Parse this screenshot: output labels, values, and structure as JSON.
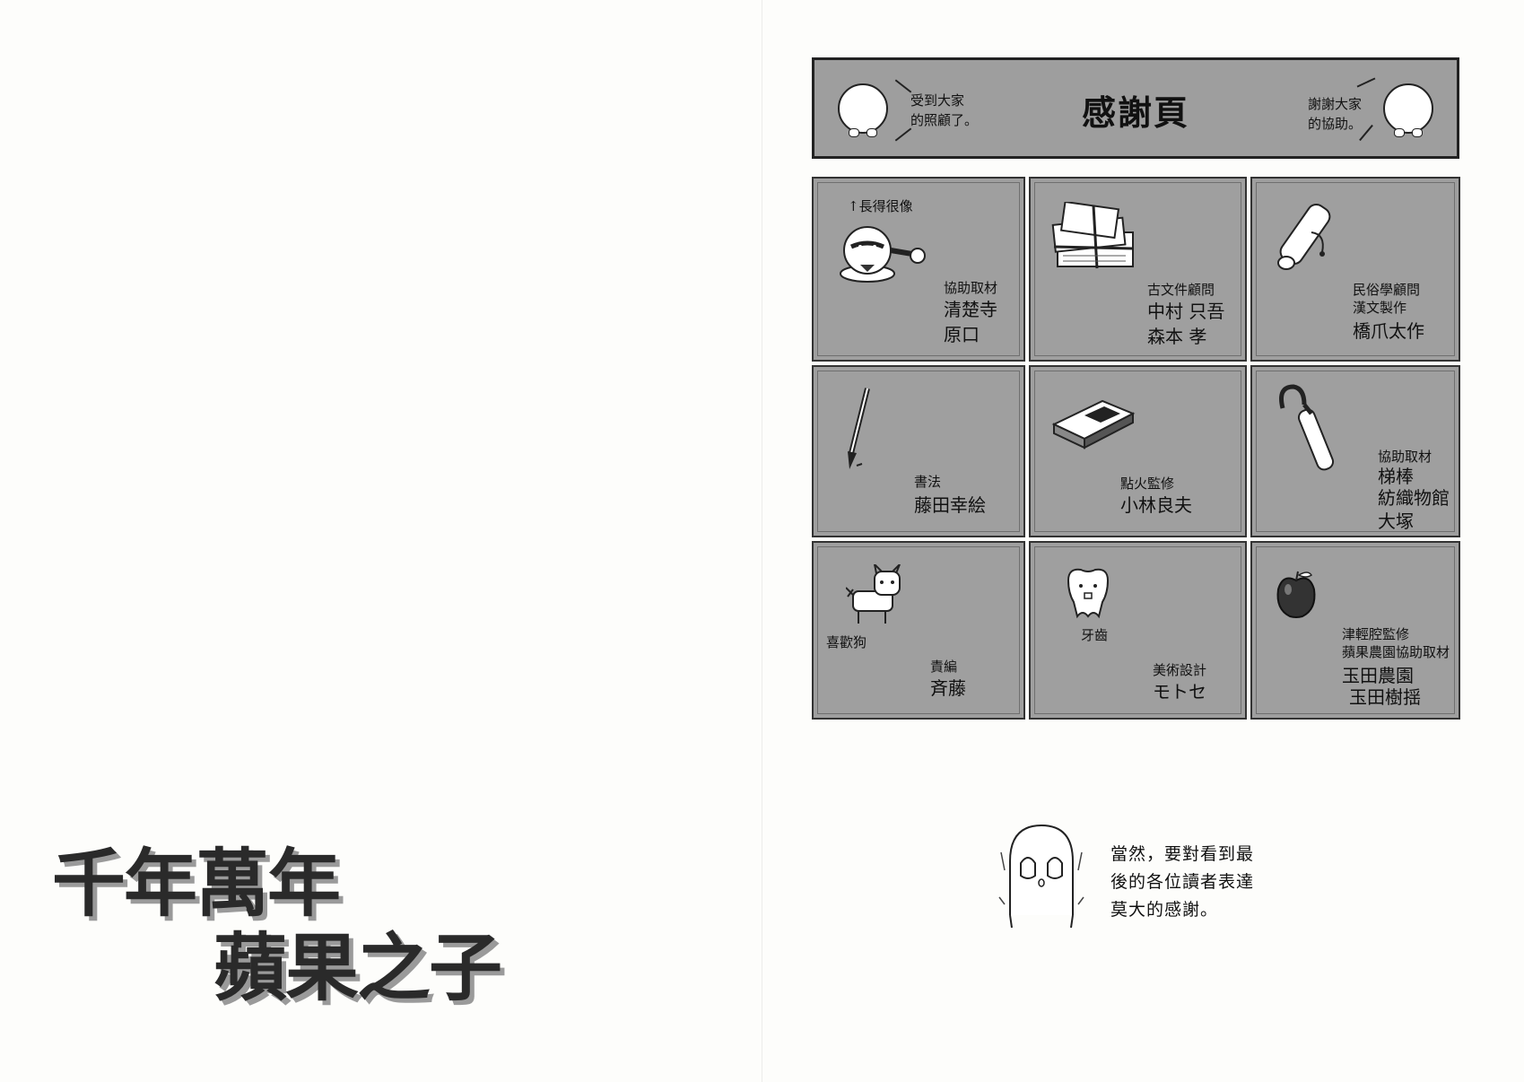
{
  "book_title": {
    "line1": "千年萬年",
    "line2": "蘋果之子"
  },
  "header": {
    "title": "感謝頁",
    "left_speech": [
      "受到大家",
      "的照顧了。"
    ],
    "right_speech": [
      "謝謝大家",
      "的協助。"
    ]
  },
  "credits": [
    {
      "roles": [
        "協助取材"
      ],
      "names": [
        "清楚寺",
        "原口"
      ],
      "note": "↑長得很像",
      "icon": "doll-icon"
    },
    {
      "roles": [
        "古文件顧問"
      ],
      "names": [
        "中村 只吾",
        "森本 孝"
      ],
      "icon": "document-bundle-icon"
    },
    {
      "roles": [
        "民俗學顧問",
        "漢文製作"
      ],
      "names": [
        "橋爪太作"
      ],
      "icon": "scroll-icon"
    },
    {
      "roles": [
        "書法"
      ],
      "names": [
        "藤田幸絵"
      ],
      "icon": "brush-icon"
    },
    {
      "roles": [
        "點火監修"
      ],
      "names": [
        "小林良夫"
      ],
      "icon": "matchbox-icon"
    },
    {
      "roles": [
        "協助取材"
      ],
      "names": [
        "梯棒",
        "紡織物館",
        "大塚"
      ],
      "icon": "hook-cane-icon"
    },
    {
      "roles": [
        "責編"
      ],
      "names": [
        "斉藤"
      ],
      "note": "喜歡狗",
      "icon": "dog-icon"
    },
    {
      "roles": [
        "美術設計"
      ],
      "names": [
        "モトセ"
      ],
      "note": "牙齒",
      "icon": "tooth-icon"
    },
    {
      "roles": [
        "津輕腔監修",
        "蘋果農園協助取材"
      ],
      "names": [
        "玉田農園",
        "玉田樹揺"
      ],
      "icon": "apple-icon"
    }
  ],
  "closing_message": [
    "當然，要對看到最",
    "後的各位讀者表達",
    "莫大的感謝。"
  ]
}
